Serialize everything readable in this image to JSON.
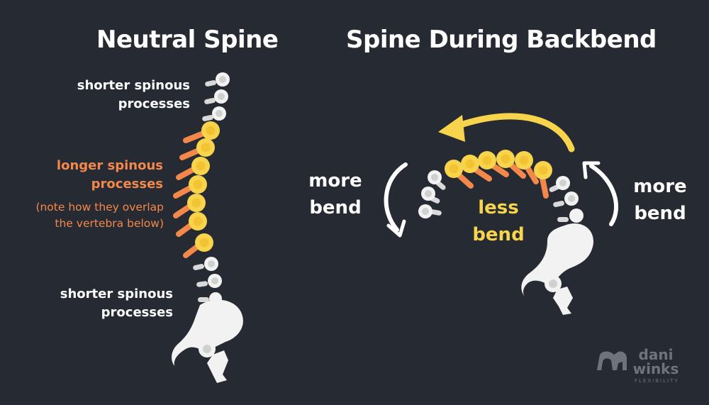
{
  "left_title": "Neutral Spine",
  "right_title": "Spine During Backbend",
  "labels": {
    "top_shorter_line1": "shorter spinous",
    "top_shorter_line2": "processes",
    "longer_line1": "longer spinous",
    "longer_line2": "processes",
    "note_line1": "(note how they overlap",
    "note_line2": "the vertebra below)",
    "bottom_shorter_line1": "shorter spinous",
    "bottom_shorter_line2": "processes"
  },
  "backbend": {
    "left_more_line1": "more",
    "left_more_line2": "bend",
    "right_more_line1": "more",
    "right_more_line2": "bend",
    "less_line1": "less",
    "less_line2": "bend"
  },
  "logo": {
    "line1": "dani",
    "line2": "winks",
    "sub": "FLEXIBILITY"
  },
  "colors": {
    "background": "#262a33",
    "white_vertebra": "#f2f2f2",
    "yellow_vertebra": "#f8d44c",
    "orange_process": "#f4884a",
    "arrow_yellow": "#f8d44c",
    "logo_gray": "#6f737c"
  }
}
